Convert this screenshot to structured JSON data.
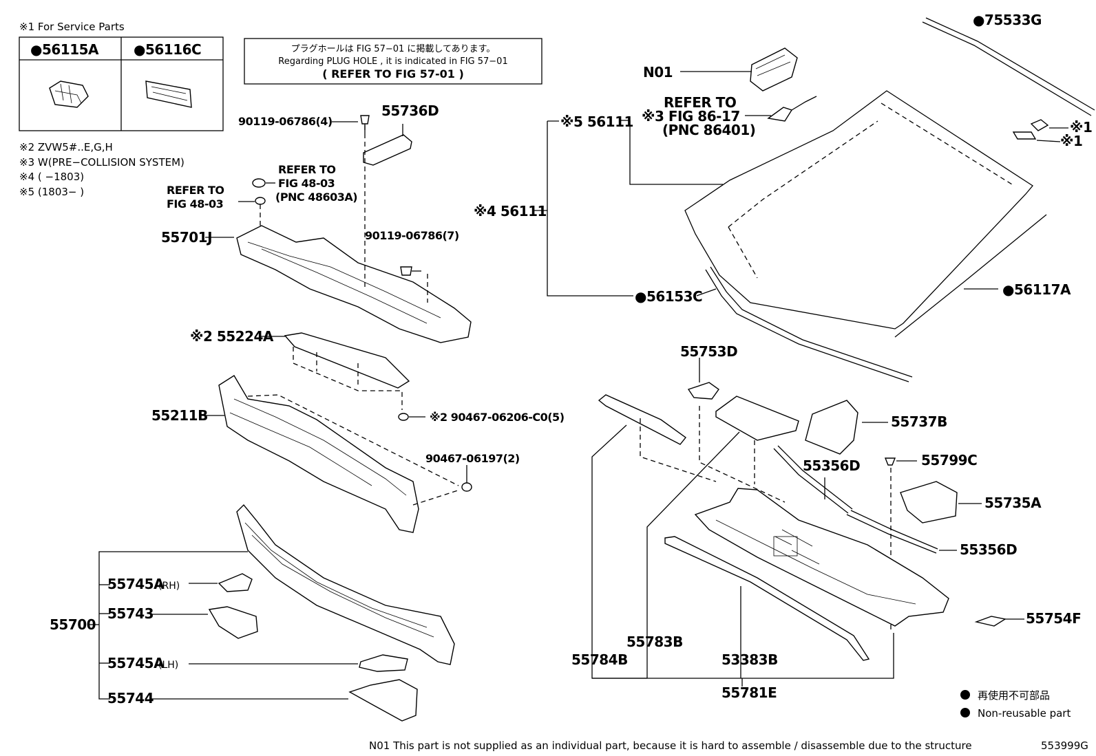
{
  "service_parts": {
    "title": "※1 For Service Parts",
    "part_a": "●56115A",
    "part_b": "●56116C"
  },
  "applicability_notes": [
    "※2 ZVW5#..E,G,H",
    "※3 W(PRE−COLLISION SYSTEM)",
    "※4 (     −1803)",
    "※5 (1803−      )"
  ],
  "plug_hole_notice": {
    "japanese": "プラグホールは FIG 57−01 に掲載してあります。",
    "english": "Regarding  PLUG  HOLE , it is indicated in FIG  57−01",
    "refer": "( REFER TO FIG 57-01 )"
  },
  "callouts": {
    "p75533G": "●75533G",
    "pN01": "N01",
    "refer_86_1": "REFER TO",
    "refer_86_2": "※3 FIG 86-17",
    "refer_86_3": "(PNC 86401)",
    "p56111_5": "※5 56111",
    "p56111_4": "※4 56111",
    "star1_a": "※1",
    "star1_b": "※1",
    "p56153C": "●56153C",
    "p56117A": "●56117A",
    "p90119_4": "90119-06786(4)",
    "p55736D": "55736D",
    "refer_48_a1": "REFER TO",
    "refer_48_a2": "FIG 48-03",
    "refer_48_a3": "(PNC 48603A)",
    "refer_48_b1": "REFER TO",
    "refer_48_b2": "FIG 48-03",
    "p55701J": "55701J",
    "p90119_7": "90119-06786(7)",
    "p55224A": "※2 55224A",
    "p55211B": "55211B",
    "p90467_5": "※2 90467-06206-C0(5)",
    "p90467_2": "90467-06197(2)",
    "p55700": "55700",
    "p55745A_rh": "55745A",
    "rh": "(RH)",
    "p55743": "55743",
    "p55745A_lh": "55745A",
    "lh": "(LH)",
    "p55744": "55744",
    "p55753D": "55753D",
    "p55737B": "55737B",
    "p55356D_a": "55356D",
    "p55799C": "55799C",
    "p55735A": "55735A",
    "p55356D_b": "55356D",
    "p55754F": "55754F",
    "p55784B": "55784B",
    "p55783B": "55783B",
    "p53383B": "53383B",
    "p55781E": "55781E"
  },
  "legend": {
    "jp": "再使用不可部品",
    "en": "Non-reusable part"
  },
  "footer": {
    "n01_note": "N01  This part is not supplied as an individual part, because it is hard to assemble / disassemble due to the structure",
    "figure_id": "553999G"
  }
}
